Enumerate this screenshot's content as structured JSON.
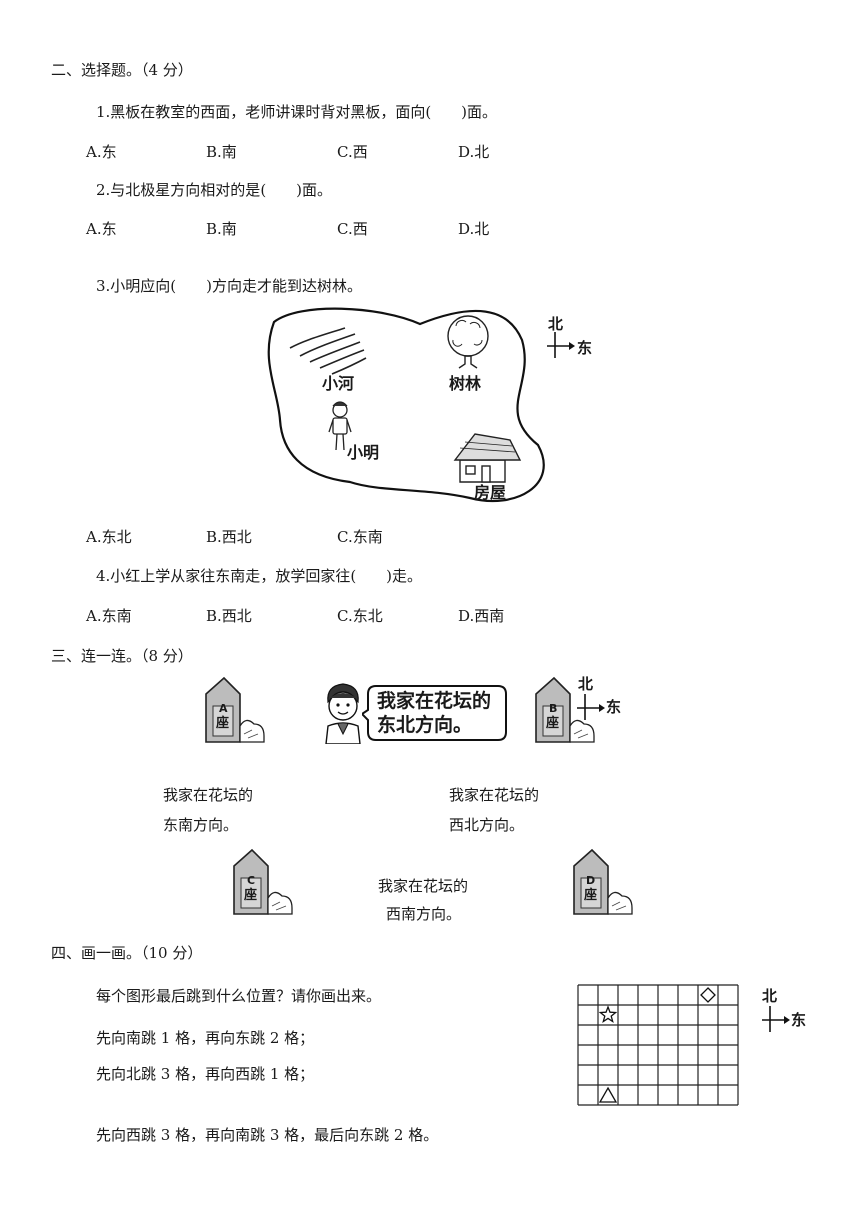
{
  "section2": {
    "title": "二、选择题。（4 分）",
    "questions": [
      {
        "stem": "1.黑板在教室的西面，老师讲课时背对黑板，面向(　　)面。",
        "options": [
          "A.东",
          "B.南",
          "C.西",
          "D.北"
        ]
      },
      {
        "stem": "2.与北极星方向相对的是(　　)面。",
        "options": [
          "A.东",
          "B.南",
          "C.西",
          "D.北"
        ]
      },
      {
        "stem": "3.小明应向(　　)方向走才能到达树林。",
        "options": [
          "A.东北",
          "B.西北",
          "C.东南"
        ]
      },
      {
        "stem": "4.小红上学从家往东南走，放学回家往(　　)走。",
        "options": [
          "A.东南",
          "B.西北",
          "C.东北",
          "D.西南"
        ]
      }
    ],
    "map": {
      "river": "小河",
      "forest": "树林",
      "person": "小明",
      "house": "房屋",
      "compass_north": "北",
      "compass_east": "东"
    }
  },
  "section3": {
    "title": "三、连一连。（8 分）",
    "speech": {
      "line1": "我家在花坛的",
      "line2": "东北方向。"
    },
    "buildings": [
      {
        "letter": "A",
        "seat": "座"
      },
      {
        "letter": "B",
        "seat": "座"
      },
      {
        "letter": "C",
        "seat": "座"
      },
      {
        "letter": "D",
        "seat": "座"
      }
    ],
    "statements": [
      {
        "line1": "我家在花坛的",
        "line2": "东南方向。"
      },
      {
        "line1": "我家在花坛的",
        "line2": "西北方向。"
      },
      {
        "line1": "我家在花坛的",
        "line2": "西南方向。"
      }
    ],
    "compass_north": "北",
    "compass_east": "东"
  },
  "section4": {
    "title": "四、画一画。（10 分）",
    "prompt": "每个图形最后跳到什么位置？请你画出来。",
    "instructions": [
      "先向南跳 1 格，再向东跳 2 格；",
      "先向北跳 3 格，再向西跳 1 格；",
      "先向西跳 3 格，再向南跳 3 格，最后向东跳 2 格。"
    ],
    "grid": {
      "columns": 8,
      "rows": 6,
      "shapes": [
        {
          "name": "diamond",
          "symbol": "◇",
          "col": 6,
          "row": 0
        },
        {
          "name": "star",
          "symbol": "☆",
          "col": 1,
          "row": 1
        },
        {
          "name": "triangle",
          "symbol": "△",
          "col": 1,
          "row": 5
        }
      ]
    },
    "compass_north": "北",
    "compass_east": "东"
  }
}
